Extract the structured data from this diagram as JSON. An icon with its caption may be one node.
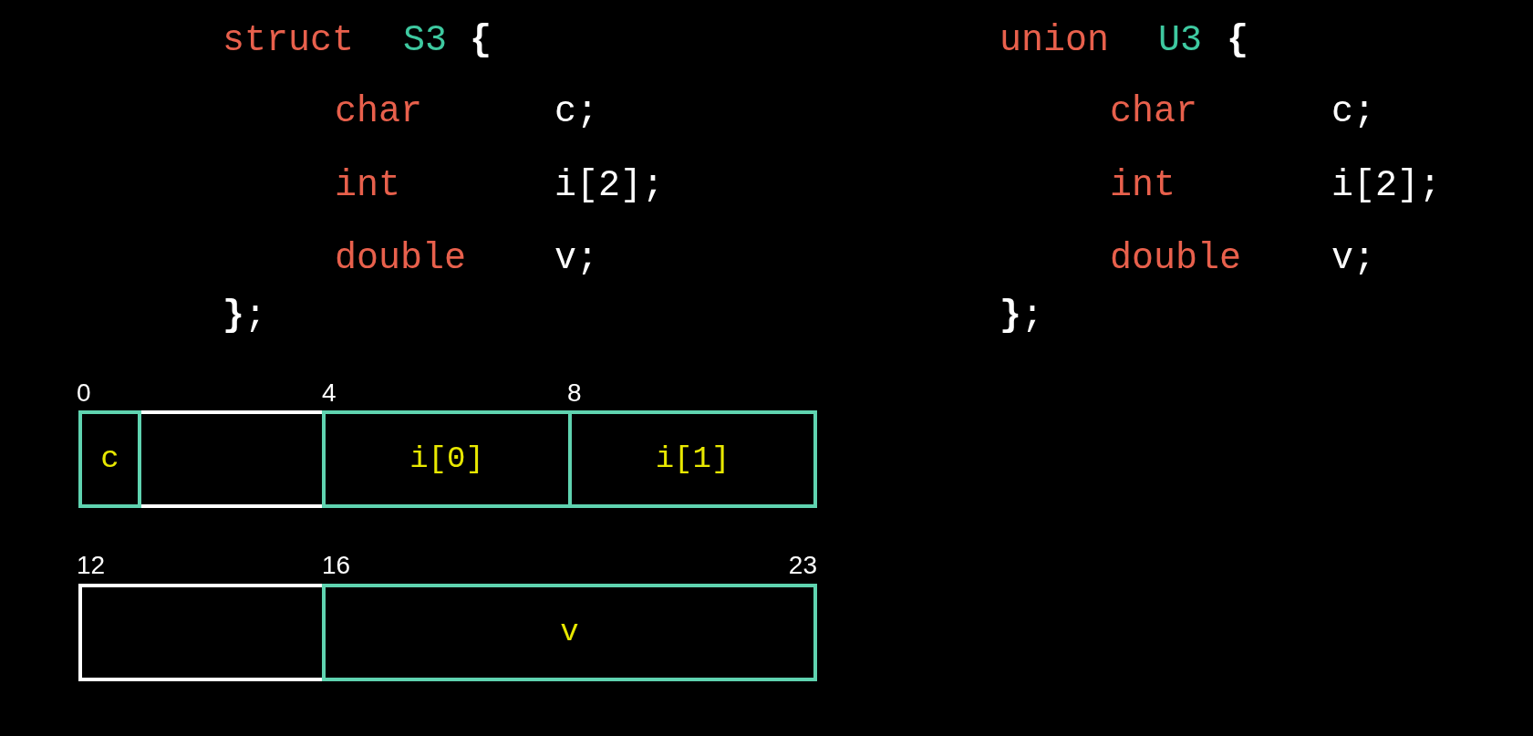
{
  "diagram": {
    "nodes": [
      {
        "text": [
          "c"
        ]
      },
      {
        "text": [],
        "shape": "box"
      },
      {
        "text": [
          "i[0]"
        ]
      },
      {
        "text": [
          "i[1]"
        ]
      },
      {
        "text": [],
        "shape": "box"
      },
      {
        "text": [
          "v"
        ]
      }
    ],
    "labels": [
      "struct",
      "S3",
      "{",
      "union",
      "U3",
      "{",
      "char",
      "c;",
      "char",
      "c;",
      "int",
      "i[2];",
      "int",
      "i[2];",
      "double",
      "v;",
      "double",
      "v;",
      "**}**;",
      "**}**;",
      "0",
      "4",
      "8",
      "12",
      "16",
      "23"
    ]
  }
}
